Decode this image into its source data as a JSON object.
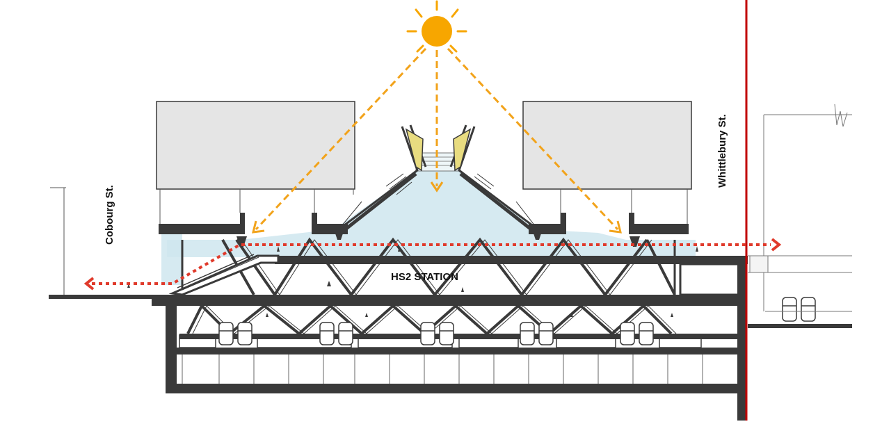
{
  "labels": {
    "station": "HS2 STATION",
    "street_left": "Cobourg St.",
    "street_right": "Whittlebury St."
  },
  "colors": {
    "sun": "#f7a600",
    "light_rays": "#f2a31b",
    "circulation_arrow": "#e03a2b",
    "boundary_line": "#c00000",
    "structure": "#3a3a3a",
    "glazing": "#cfe6ee",
    "building_mass": "#e5e5e5",
    "skylight_fin": "#e8dc80"
  }
}
